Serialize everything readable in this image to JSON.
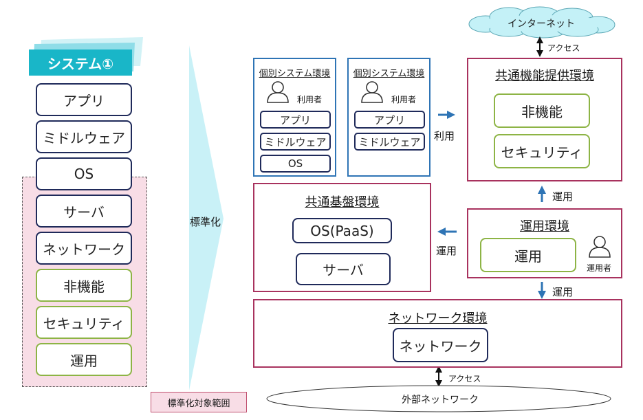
{
  "system": {
    "title": "システム①",
    "layers": [
      "アプリ",
      "ミドルウェア",
      "OS",
      "サーバ",
      "ネットワーク",
      "非機能",
      "セキュリティ",
      "運用"
    ]
  },
  "standardization": {
    "arrow_label": "標準化",
    "scope_legend": "標準化対象範囲"
  },
  "individual_envs": [
    {
      "title": "個別システム環境",
      "user_label": "利用者",
      "layers": [
        "アプリ",
        "ミドルウェア",
        "OS"
      ]
    },
    {
      "title": "個別システム環境",
      "user_label": "利用者",
      "layers": [
        "アプリ",
        "ミドルウェア"
      ]
    }
  ],
  "internet": {
    "label": "インターネット",
    "access_label": "アクセス"
  },
  "common_function": {
    "title": "共通機能提供環境",
    "items": [
      "非機能",
      "セキュリティ"
    ]
  },
  "use_label": "利用",
  "common_platform": {
    "title": "共通基盤環境",
    "items": [
      "OS(PaaS)",
      "サーバ"
    ]
  },
  "operation_env": {
    "title": "運用環境",
    "item": "運用",
    "user_label": "運用者"
  },
  "operation_labels": {
    "up": "運用",
    "left": "運用",
    "down": "運用"
  },
  "network_env": {
    "title": "ネットワーク環境",
    "item": "ネットワーク"
  },
  "external": {
    "access_label": "アクセス",
    "label": "外部ネットワーク"
  },
  "colors": {
    "navy": "#1f2a5a",
    "green": "#8db445",
    "pink_border": "#a8325e",
    "blue_border": "#2e74b5",
    "teal": "#19b6c8",
    "scope_fill": "#f8dde6",
    "chevron": "#c9f1f7",
    "cloud": "#c4f1f7"
  }
}
